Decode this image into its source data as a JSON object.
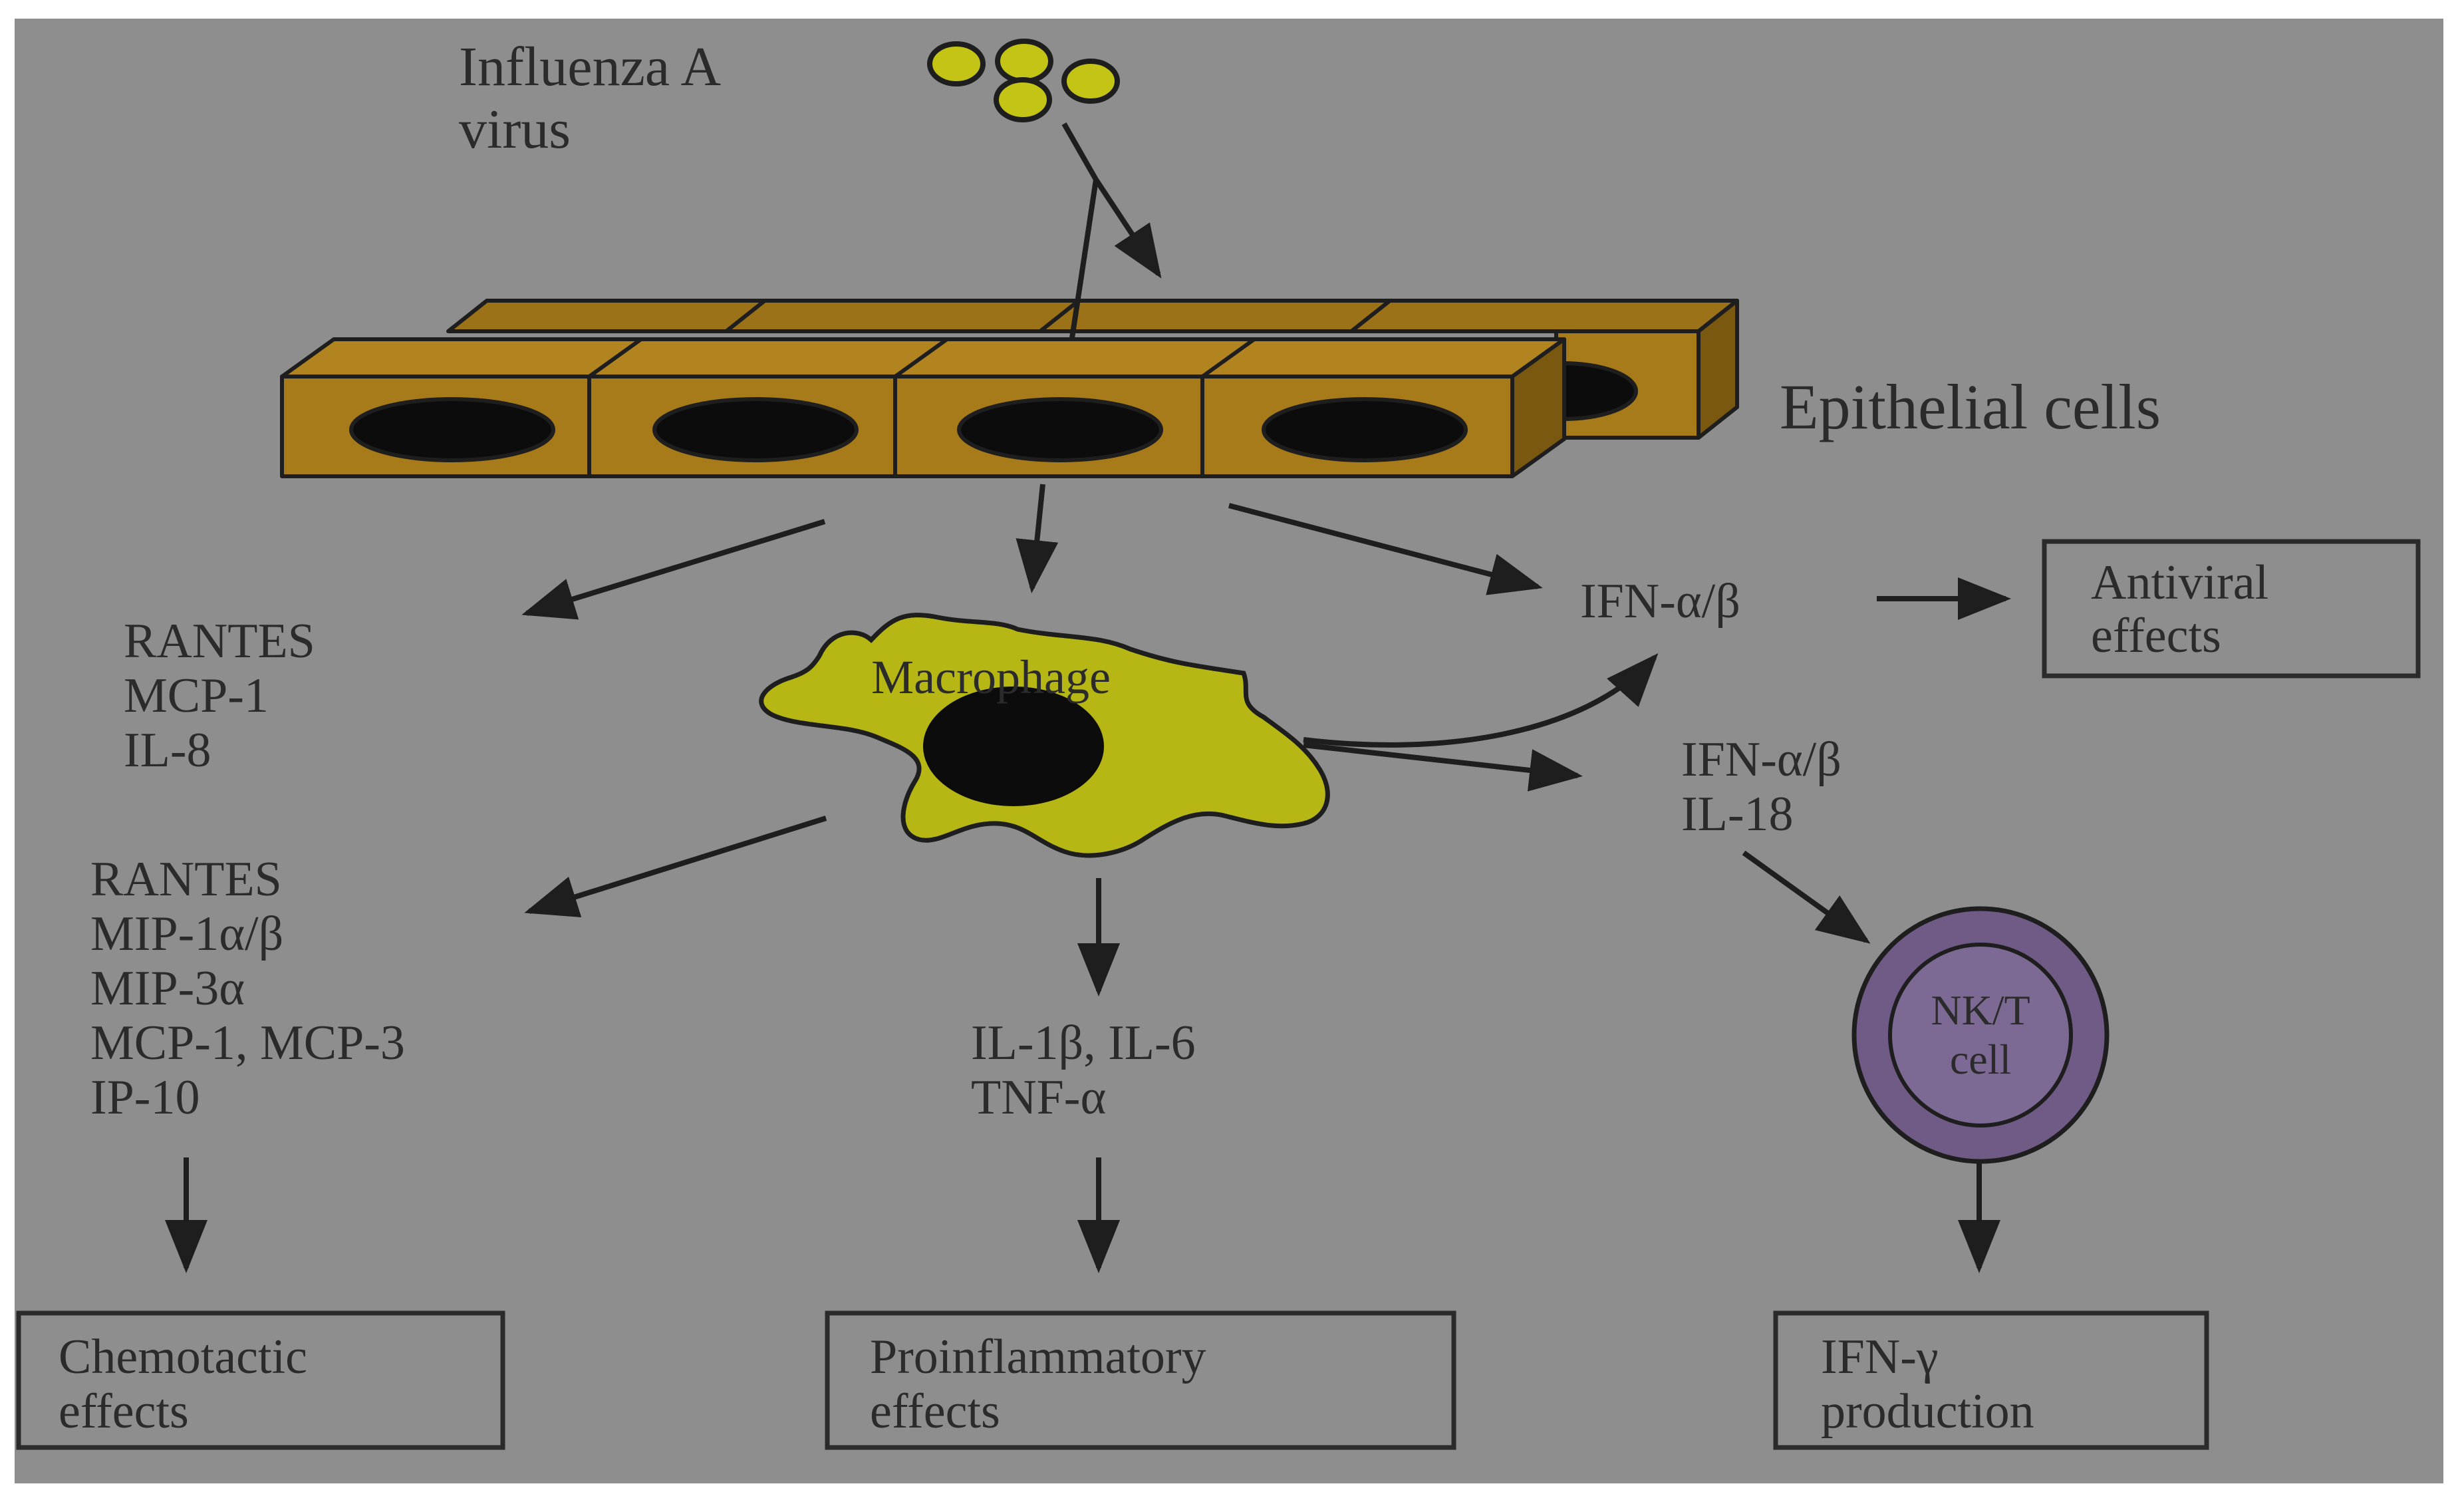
{
  "colors": {
    "panel": "#8e8e8e",
    "ink": "#1e1e1e",
    "text": "#2b2b2b",
    "cell_fill": "#a77a1a",
    "nucleus": "#0c0c0c",
    "virus_fill": "#c4c416",
    "macrophage_fill": "#b6b615",
    "nk_fill": "#6f5b85"
  },
  "labels": {
    "virus_line1": "Influenza A",
    "virus_line2": "virus",
    "epithelial": "Epithelial cells",
    "macrophage": "Macrophage",
    "nk_line1": "NK/T",
    "nk_line2": "cell"
  },
  "cytokines": {
    "epi_left": [
      "RANTES",
      "MCP-1",
      "IL-8"
    ],
    "epi_right": "IFN-α/β",
    "mac_left": [
      "RANTES",
      "MIP-1α/β",
      "MIP-3α",
      "MCP-1, MCP-3",
      "IP-10"
    ],
    "mac_center": [
      "IL-1β, IL-6",
      "TNF-α"
    ],
    "mac_right": [
      "IFN-α/β",
      "IL-18"
    ]
  },
  "effects": {
    "antiviral": [
      "Antiviral",
      "effects"
    ],
    "chemotactic": [
      "Chemotactic",
      "effects"
    ],
    "proinflammatory": [
      "Proinflammatory",
      "effects"
    ],
    "ifn_gamma": [
      "IFN-γ",
      "production"
    ]
  }
}
